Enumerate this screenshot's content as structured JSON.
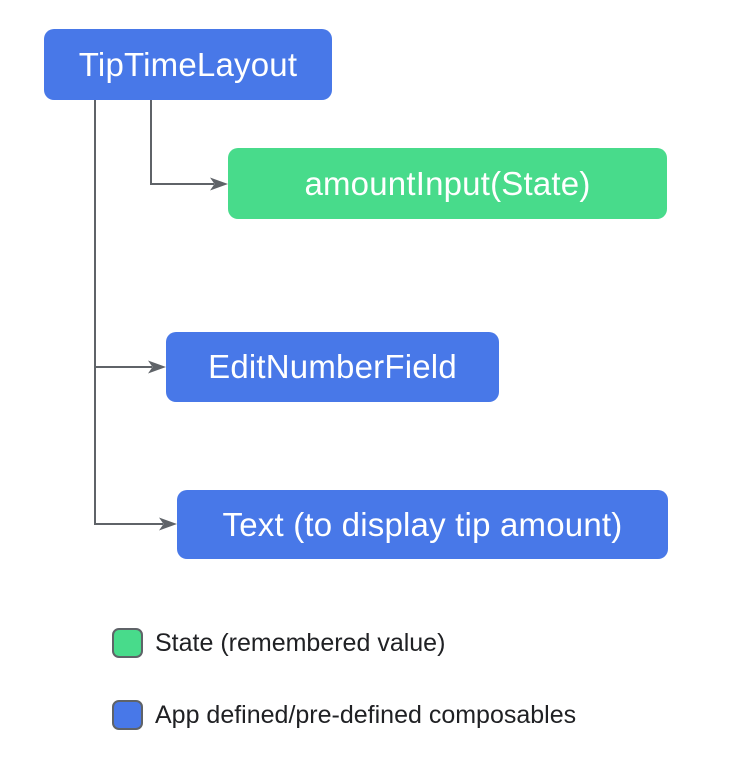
{
  "diagram": {
    "root": {
      "label": "TipTimeLayout",
      "type": "composable"
    },
    "children": [
      {
        "label": "amountInput(State)",
        "type": "state"
      },
      {
        "label": "EditNumberField",
        "type": "composable"
      },
      {
        "label": "Text (to display tip amount)",
        "type": "composable"
      }
    ]
  },
  "legend": {
    "items": [
      {
        "label": "State (remembered value)",
        "color": "#48DB8B"
      },
      {
        "label": "App defined/pre-defined composables",
        "color": "#4878E8"
      }
    ]
  },
  "colors": {
    "composable_blue": "#4878E8",
    "state_green": "#48DB8B",
    "connector_gray": "#5F6368",
    "node_text": "#FFFFFF",
    "legend_text": "#202124",
    "background": "#FFFFFF"
  }
}
